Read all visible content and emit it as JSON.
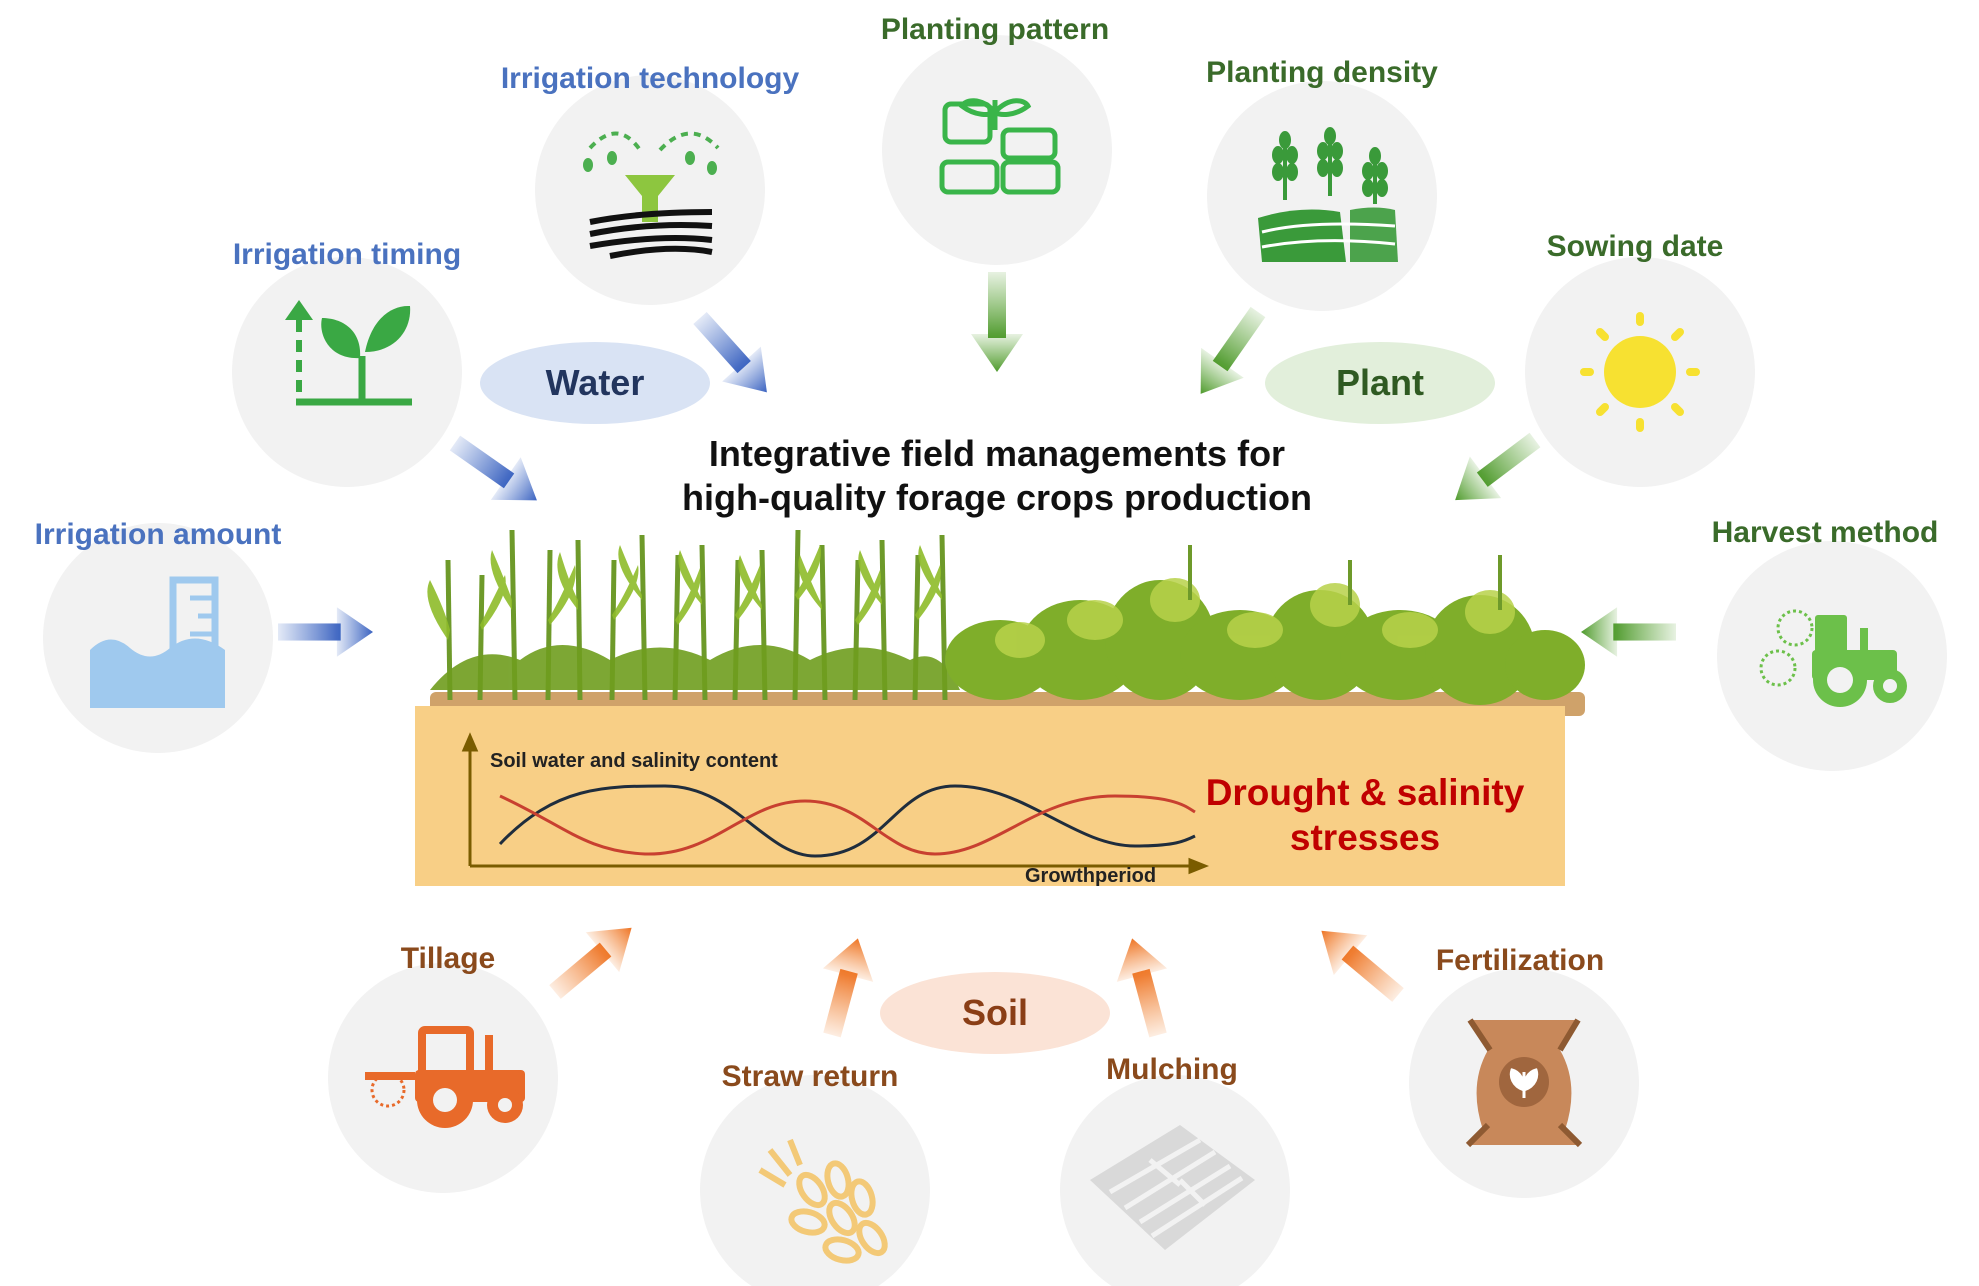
{
  "title": {
    "line1": "Integrative field managements for",
    "line2": "high-quality forage crops production"
  },
  "groups": {
    "water": "Water",
    "plant": "Plant",
    "soil": "Soil"
  },
  "factors": {
    "irrigation_amount": "Irrigation amount",
    "irrigation_timing": "Irrigation timing",
    "irrigation_technology": "Irrigation technology",
    "planting_pattern": "Planting pattern",
    "planting_density": "Planting density",
    "sowing_date": "Sowing date",
    "harvest_method": "Harvest method",
    "tillage": "Tillage",
    "straw_return": "Straw return",
    "mulching": "Mulching",
    "fertilization": "Fertilization"
  },
  "soil_panel": {
    "y_axis_label": "Soil water and salinity content",
    "x_axis_label": "Growthperiod",
    "stress_line1": "Drought & salinity",
    "stress_line2": "stresses"
  },
  "icons": {
    "irrigation_amount": "water-level-icon",
    "irrigation_timing": "seedling-growth-icon",
    "irrigation_technology": "sprinkler-icon",
    "planting_pattern": "intercropping-grid-icon",
    "planting_density": "wheat-field-icon",
    "sowing_date": "sun-icon",
    "harvest_method": "harvester-tractor-icon",
    "tillage": "tractor-tiller-icon",
    "straw_return": "straw-grain-icon",
    "mulching": "plastic-film-icon",
    "fertilization": "fertilizer-sack-icon"
  },
  "colors": {
    "water": "#4a72bf",
    "plant": "#3a6b2a",
    "soil": "#e07a3a",
    "stress": "#c00000",
    "soil_panel": "#f8cf86"
  }
}
